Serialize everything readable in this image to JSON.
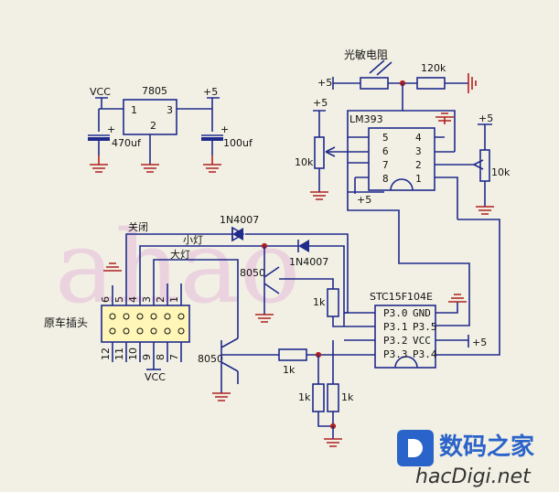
{
  "watermark": "ahao",
  "brand": {
    "cn": "数码之家",
    "latin": "hacDigi.net"
  },
  "regulator": {
    "part": "7805",
    "pin1": "1",
    "pin2": "2",
    "pin3": "3",
    "vin": "VCC",
    "vout": "+5",
    "cap_in": "470uf",
    "cap_out": "100uf"
  },
  "comparator": {
    "part": "LM393",
    "pins_left": [
      "5",
      "6",
      "7",
      "8"
    ],
    "pins_right": [
      "4",
      "3",
      "2",
      "1"
    ],
    "supply": "+5"
  },
  "ldr": {
    "label": "光敏电阻",
    "supply": "+5",
    "resistor": "120k"
  },
  "pots": {
    "left_supply": "+5",
    "left_value": "10k",
    "right_supply": "+5",
    "right_value": "10k"
  },
  "mcu": {
    "part": "STC15F104E",
    "left": [
      "P3.0",
      "P3.1",
      "P3.2",
      "P3.3"
    ],
    "right": [
      "GND",
      "P3.5",
      "VCC",
      "P3.4"
    ],
    "supply": "+5"
  },
  "diodes": {
    "d1": "1N4007",
    "d2": "1N4007"
  },
  "transistors": {
    "q1": "8050",
    "q2": "8050"
  },
  "resistors": {
    "r_base": "1k",
    "r_q1": "1k",
    "r_div1": "1k",
    "r_div2": "1k"
  },
  "connector": {
    "title": "原车插头",
    "top_pins": [
      "6",
      "5",
      "4",
      "3",
      "2",
      "1"
    ],
    "bottom_pins": [
      "12",
      "11",
      "10",
      "9",
      "8",
      "7"
    ],
    "vcc": "VCC"
  },
  "signals": {
    "off": "关闭",
    "small": "小灯",
    "big": "大灯"
  }
}
